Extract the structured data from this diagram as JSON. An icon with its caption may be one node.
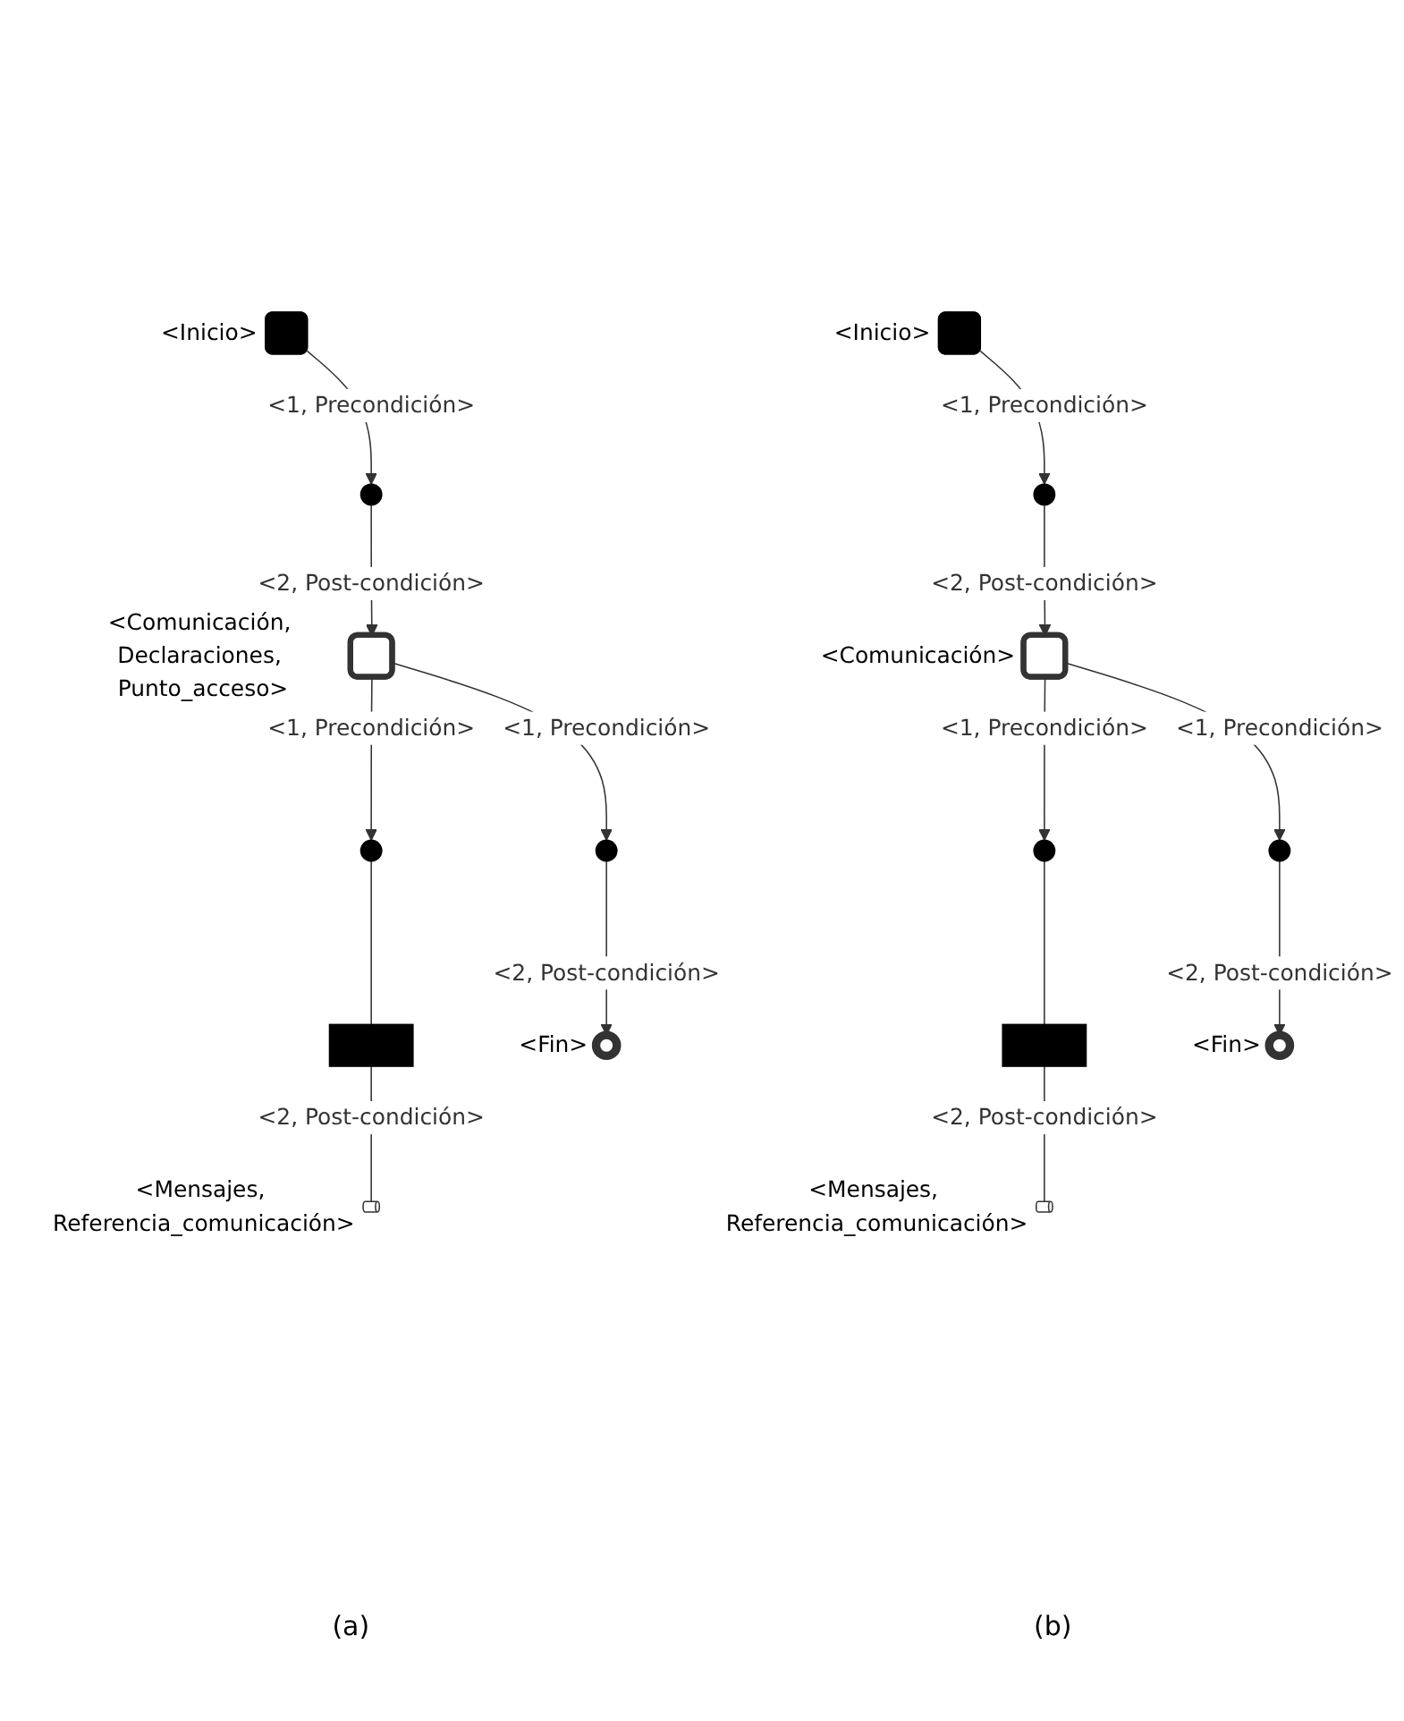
{
  "diagram": {
    "nodes": [
      {
        "text": [],
        "shape": "box",
        "beside": [
          "<Inicio>"
        ]
      },
      {
        "text": [],
        "shape": "circle"
      },
      {
        "text": [],
        "shape": "box",
        "beside": [
          "<Comunicación, Declaraciones, Punto_acceso>"
        ]
      },
      {
        "text": [],
        "shape": "circle"
      },
      {
        "text": [],
        "shape": "bar"
      },
      {
        "text": [],
        "shape": "cylinder",
        "beside": [
          "<Mensajes, Referencia_comunicación>"
        ]
      },
      {
        "text": [],
        "shape": "circle"
      },
      {
        "text": [],
        "shape": "circle",
        "beside": [
          "<Fin>"
        ]
      },
      {
        "text": [],
        "shape": "box",
        "beside": [
          "<Inicio>"
        ]
      },
      {
        "text": [],
        "shape": "circle"
      },
      {
        "text": [],
        "shape": "box",
        "beside": [
          "<Comunicación>"
        ]
      },
      {
        "text": [],
        "shape": "circle"
      },
      {
        "text": [],
        "shape": "bar"
      },
      {
        "text": [],
        "shape": "cylinder",
        "beside": [
          "<Mensajes, Referencia_comunicación>"
        ]
      },
      {
        "text": [],
        "shape": "circle"
      },
      {
        "text": [],
        "shape": "circle",
        "beside": [
          "<Fin>"
        ]
      }
    ],
    "edges": [
      {
        "from": 0,
        "to": 1,
        "arrow": "to",
        "label": "<1, Precondición>"
      },
      {
        "from": 1,
        "to": 2,
        "arrow": "to",
        "label": "<2, Post-condición>"
      },
      {
        "from": 2,
        "to": 3,
        "arrow": "to",
        "label": "<1, Precondición>"
      },
      {
        "from": 3,
        "to": 4,
        "arrow": "none"
      },
      {
        "from": 4,
        "to": 5,
        "arrow": "none",
        "label": "<2, Post-condición>"
      },
      {
        "from": 2,
        "to": 6,
        "arrow": "to",
        "label": "<1, Precondición>"
      },
      {
        "from": 6,
        "to": 7,
        "arrow": "to",
        "label": "<2, Post-condición>"
      },
      {
        "from": 8,
        "to": 9,
        "arrow": "to",
        "label": "<1, Precondición>"
      },
      {
        "from": 9,
        "to": 10,
        "arrow": "to",
        "label": "<2, Post-condición>"
      },
      {
        "from": 10,
        "to": 11,
        "arrow": "to",
        "label": "<1, Precondición>"
      },
      {
        "from": 11,
        "to": 12,
        "arrow": "none"
      },
      {
        "from": 12,
        "to": 13,
        "arrow": "none",
        "label": "<2, Post-condición>"
      },
      {
        "from": 10,
        "to": 14,
        "arrow": "to",
        "label": "<1, Precondición>"
      },
      {
        "from": 14,
        "to": 15,
        "arrow": "to",
        "label": "<2, Post-condición>"
      }
    ],
    "labels": [
      "(a)",
      "(b)"
    ]
  }
}
